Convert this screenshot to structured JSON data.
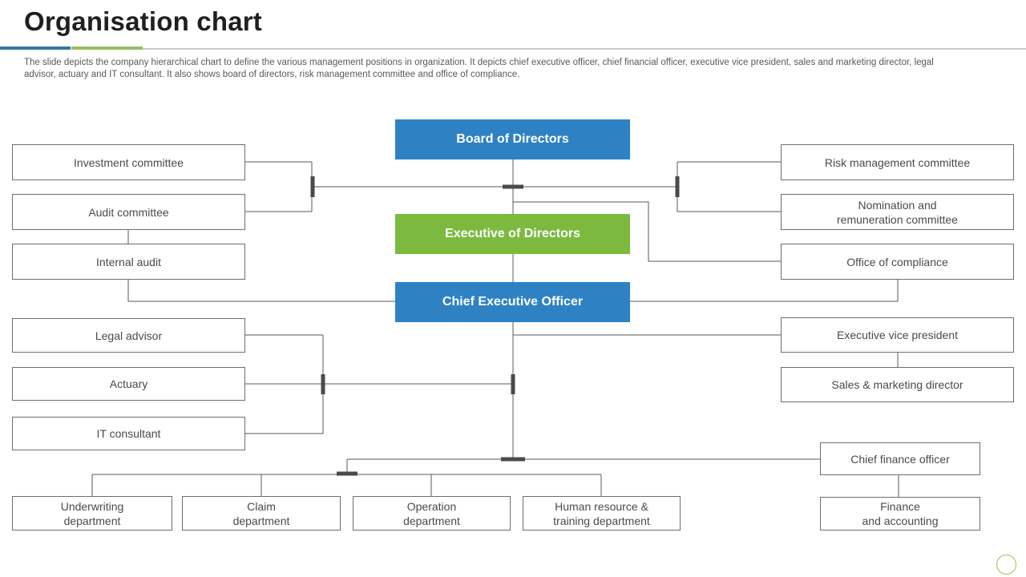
{
  "slide": {
    "title": "Organisation chart",
    "description": "The slide depicts the company hierarchical chart to define the various management positions in organization. It depicts chief executive officer, chief financial officer, executive vice president, sales and marketing director, legal\nadvisor, actuary and IT consultant. It also shows board of directors, risk management committee and office of compliance.",
    "accent_blue": "#2e82c4",
    "accent_green": "#7cba3f",
    "underline_blue": "#31789f",
    "underline_green": "#9cbd60",
    "connector_color": "#595959"
  },
  "org": {
    "board_of_directors": "Board of Directors",
    "executive_of_directors": "Executive of Directors",
    "chief_executive_officer": "Chief Executive Officer",
    "investment_committee": "Investment  committee",
    "audit_committee": "Audit committee",
    "internal_audit": "Internal  audit",
    "legal_advisor": "Legal advisor",
    "actuary": "Actuary",
    "it_consultant": "IT  consultant",
    "risk_management_committee": "Risk management  committee",
    "nomination_remuneration_committee": "Nomination and\nremuneration committee",
    "office_of_compliance": "Office of compliance",
    "executive_vice_president": "Executive  vice president",
    "sales_marketing_director": "Sales & marketing  director",
    "chief_finance_officer": "Chief finance officer",
    "finance_and_accounting": "Finance\nand accounting",
    "underwriting_department": "Underwriting\ndepartment",
    "claim_department": "Claim\ndepartment",
    "operation_department": "Operation\ndepartment",
    "human_resource_training_department": "Human resource &\ntraining department"
  }
}
